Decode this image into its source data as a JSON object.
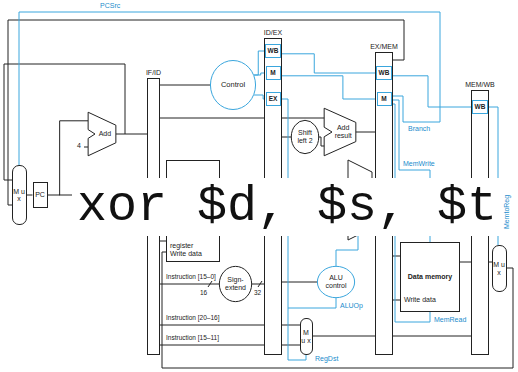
{
  "diagram": {
    "nodes": [
      {
        "text": [
          "IF/ID"
        ]
      },
      {
        "text": [
          "Control"
        ]
      },
      {
        "text": [
          "ID/EX"
        ]
      },
      {
        "text": [
          "WB"
        ],
        "in": 2
      },
      {
        "text": [
          "M"
        ],
        "in": 2
      },
      {
        "text": [
          "EX"
        ],
        "in": 2
      },
      {
        "text": [
          "EX/MEM"
        ]
      },
      {
        "text": [
          "WB"
        ],
        "in": 6
      },
      {
        "text": [
          "M"
        ],
        "in": 6
      },
      {
        "text": [
          "MEM/WB"
        ]
      },
      {
        "text": [
          "WB"
        ],
        "in": 9
      },
      {
        "text": [
          "M u x"
        ]
      },
      {
        "text": [
          "PC"
        ]
      },
      {
        "text": [
          "Add"
        ]
      },
      {
        "text": [
          "register",
          "Write data"
        ]
      },
      {
        "text": [
          "xor $d, $s, $t"
        ]
      },
      {
        "text": [
          "Sign-extend"
        ]
      },
      {
        "text": [
          "Shift left 2"
        ]
      },
      {
        "text": [
          "Add result"
        ]
      },
      {
        "text": [
          "ALU control"
        ]
      },
      {
        "text": [
          "M u x"
        ]
      },
      {
        "text": [
          "Data memory",
          "Write data"
        ]
      },
      {
        "text": [
          "M u x"
        ]
      }
    ],
    "edges": [
      {
        "from": 1,
        "to": 3,
        "arrow": "none"
      },
      {
        "from": 1,
        "to": 4,
        "arrow": "none"
      },
      {
        "from": 1,
        "to": 5,
        "arrow": "none"
      },
      {
        "from": 3,
        "to": 7,
        "arrow": "none"
      },
      {
        "from": 4,
        "to": 8,
        "arrow": "none"
      },
      {
        "from": 7,
        "to": 10,
        "arrow": "none"
      },
      {
        "from": 11,
        "to": 12,
        "arrow": "none"
      },
      {
        "from": 12,
        "to": 13,
        "arrow": "none"
      },
      {
        "from": 16,
        "to": 2,
        "arrow": "none"
      }
    ],
    "labels": [
      "PCSrc",
      "4",
      "Instruction [15–0]",
      "16",
      "32",
      "Instruction [20–16]",
      "Instruction [15–11]",
      "ALUOp",
      "RegDst",
      "Branch",
      "MemWrite",
      "MemRead",
      "MemtoReg"
    ]
  }
}
